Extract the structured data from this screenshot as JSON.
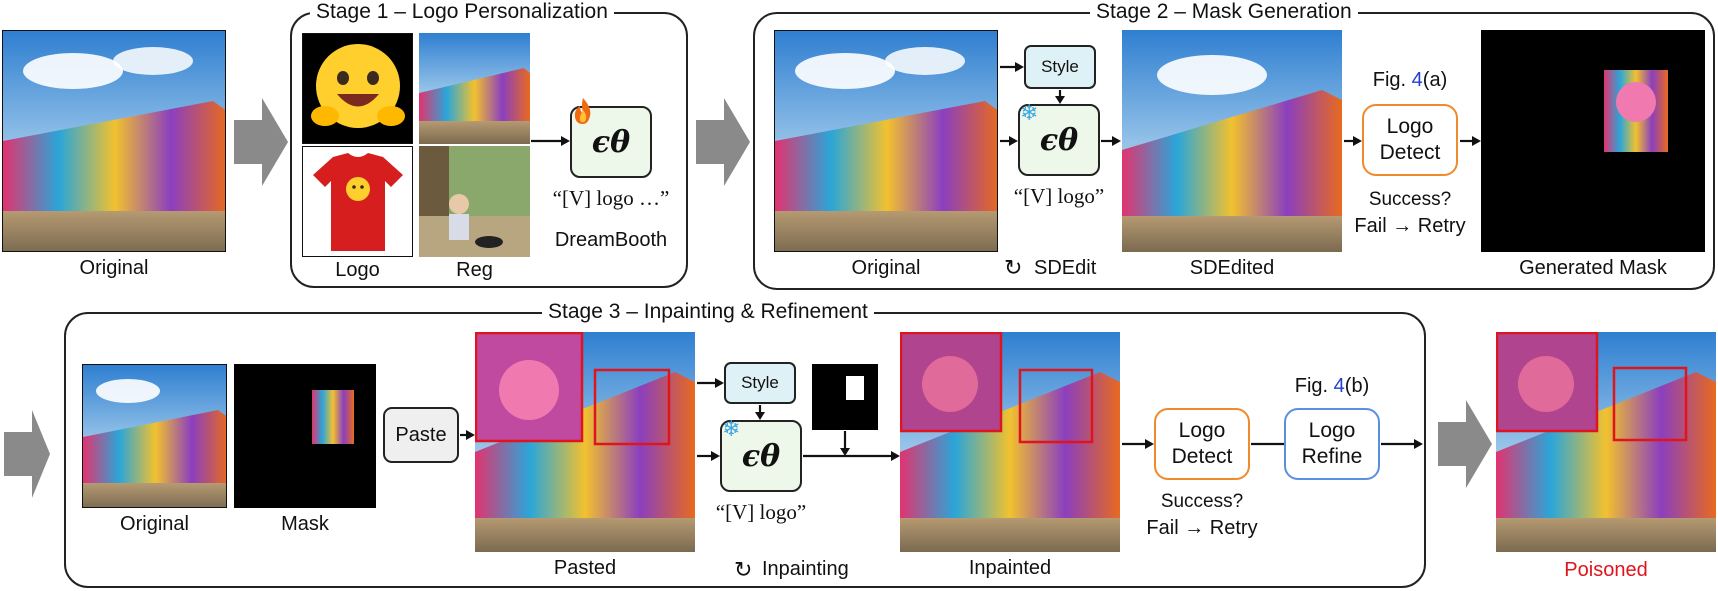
{
  "stage1": {
    "title": "Stage 1 – Logo Personalization",
    "logo_caption": "Logo",
    "reg_caption": "Reg",
    "prompt": "“[V] logo …”",
    "method": "DreamBooth",
    "model_symbol": "ϵθ",
    "model_icon": "fire-icon"
  },
  "stage2": {
    "title": "Stage 2 – Mask Generation",
    "original_caption": "Original",
    "style_label": "Style",
    "model_symbol": "ϵθ",
    "model_icon": "snowflake-icon",
    "prompt": "“[V] logo”",
    "sdedit_label": "SDEdit",
    "sdedited_caption": "SDEdited",
    "fig_prefix": "Fig. ",
    "fig_number": "4",
    "fig_suffix": "(a)",
    "detect_line1": "Logo",
    "detect_line2": "Detect",
    "success": "Success?",
    "fail": "Fail",
    "retry": "Retry",
    "mask_caption": "Generated Mask"
  },
  "stage3": {
    "title": "Stage 3 – Inpainting & Refinement",
    "original_caption": "Original",
    "mask_caption": "Mask",
    "paste_label": "Paste",
    "pasted_caption": "Pasted",
    "style_label": "Style",
    "model_symbol": "ϵθ",
    "model_icon": "snowflake-icon",
    "prompt": "“[V] logo”",
    "inpainting_label": "Inpainting",
    "inpainted_caption": "Inpainted",
    "detect_line1": "Logo",
    "detect_line2": "Detect",
    "success": "Success?",
    "fail": "Fail",
    "retry": "Retry",
    "fig_prefix": "Fig. ",
    "fig_number": "4",
    "fig_suffix": "(b)",
    "refine_line1": "Logo",
    "refine_line2": "Refine"
  },
  "input_caption": "Original",
  "output_caption": "Poisoned",
  "colors": {
    "detect_border": "#f08a2c",
    "refine_border": "#5c8fe0",
    "model_fill": "#eef8ea",
    "style_fill": "#def1f6",
    "fig_ref": "#1f3fd0",
    "poisoned": "#e0141c",
    "flow_arrow": "#8a8a8a"
  }
}
